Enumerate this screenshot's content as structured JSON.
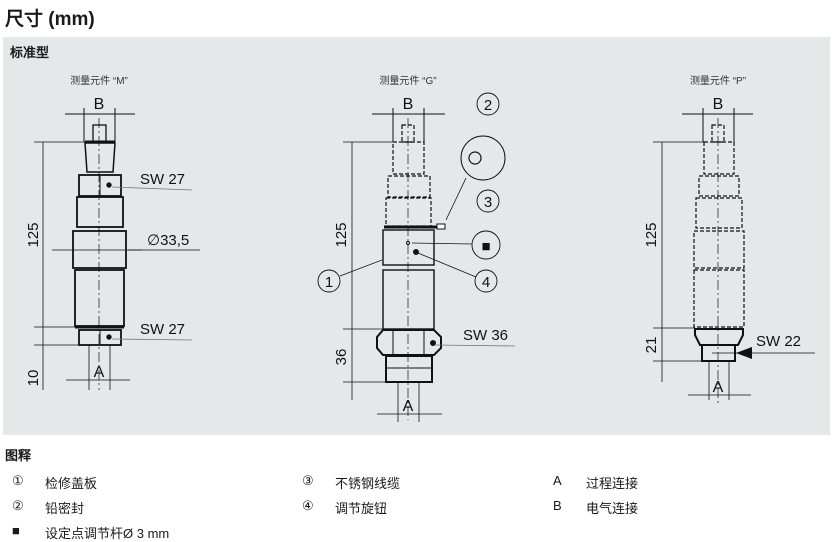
{
  "title": "尺寸 (mm)",
  "section": "标准型",
  "drawings": [
    {
      "label": "测量元件 “M”",
      "b": "B",
      "a": "A",
      "sw_top": "SW 27",
      "diameter": "∅33,5",
      "sw_bottom": "SW 27",
      "dim_main": "125",
      "dim_low": "10"
    },
    {
      "label": "测量元件 “G”",
      "b": "B",
      "a": "A",
      "sw": "SW 36",
      "dim_main": "125",
      "dim_low": "36",
      "callouts": [
        "1",
        "2",
        "3",
        "4",
        "■"
      ]
    },
    {
      "label": "测量元件 “P”",
      "b": "B",
      "a": "A",
      "sw": "SW 22",
      "dim_main": "125",
      "dim_low": "21"
    }
  ],
  "legend": {
    "title": "图释",
    "items": [
      {
        "key": "①",
        "text": "检修盖板"
      },
      {
        "key": "②",
        "text": "铅密封"
      },
      {
        "key": "■",
        "text": "设定点调节杆Ø 3 mm"
      },
      {
        "key": "③",
        "text": "不锈钢线缆"
      },
      {
        "key": "④",
        "text": "调节旋钮"
      },
      {
        "key": "A",
        "text": "过程连接"
      },
      {
        "key": "B",
        "text": "电气连接"
      }
    ]
  }
}
